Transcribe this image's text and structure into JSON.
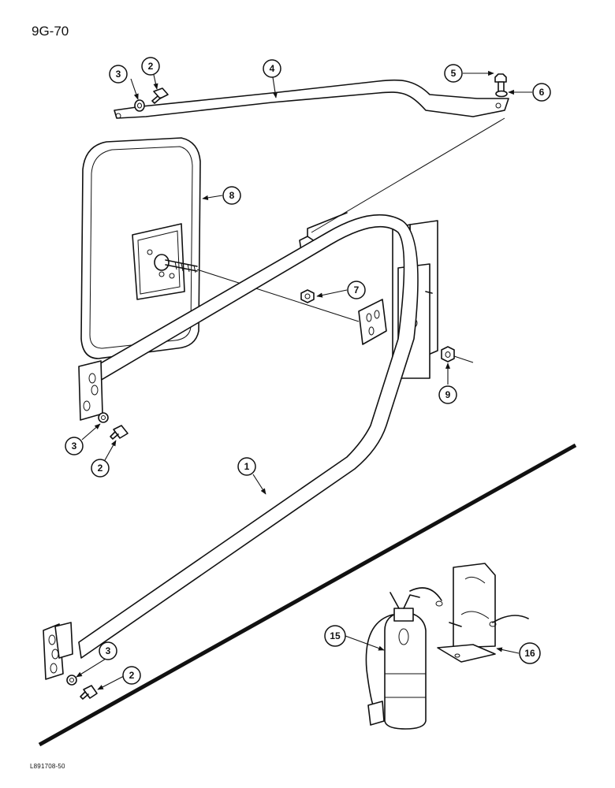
{
  "page": {
    "number": "9G-70",
    "drawing_code": "L891708-50"
  },
  "callouts": [
    {
      "id": "c1",
      "label": "1"
    },
    {
      "id": "c2a",
      "label": "2"
    },
    {
      "id": "c2b",
      "label": "2"
    },
    {
      "id": "c2c",
      "label": "2"
    },
    {
      "id": "c3a",
      "label": "3"
    },
    {
      "id": "c3b",
      "label": "3"
    },
    {
      "id": "c3c",
      "label": "3"
    },
    {
      "id": "c4",
      "label": "4"
    },
    {
      "id": "c5",
      "label": "5"
    },
    {
      "id": "c6",
      "label": "6"
    },
    {
      "id": "c7",
      "label": "7"
    },
    {
      "id": "c8",
      "label": "8"
    },
    {
      "id": "c9",
      "label": "9"
    },
    {
      "id": "c15",
      "label": "15"
    },
    {
      "id": "c16",
      "label": "16"
    }
  ]
}
